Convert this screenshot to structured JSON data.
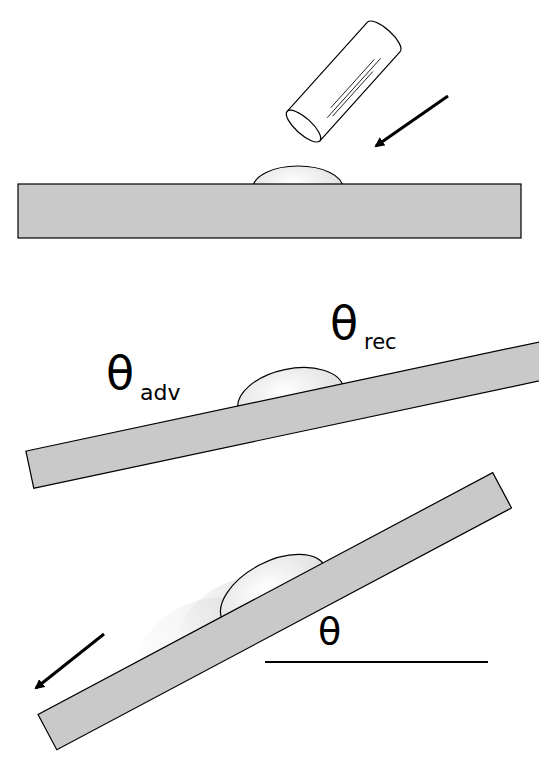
{
  "diagram": {
    "labels": [
      "θ",
      "adv",
      "θ",
      "rec",
      "θ"
    ]
  }
}
